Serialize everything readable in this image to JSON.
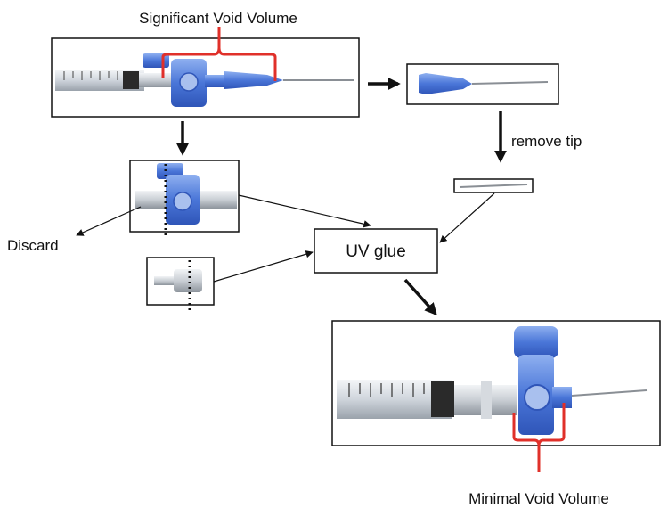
{
  "labels": {
    "top": "Significant Void Volume",
    "remove_tip": "remove tip",
    "discard": "Discard",
    "uv_glue": "UV glue",
    "bottom": "Minimal Void Volume"
  },
  "colors": {
    "bracket": "#e0302a",
    "stopcock_blue": "#4a76d8",
    "stopcock_dark": "#2f55b8",
    "needle_hub": "#5a86e0",
    "syringe_barrel": "#dfe3e8",
    "plunger_dark": "#2a2a2a",
    "line": "#111111"
  }
}
